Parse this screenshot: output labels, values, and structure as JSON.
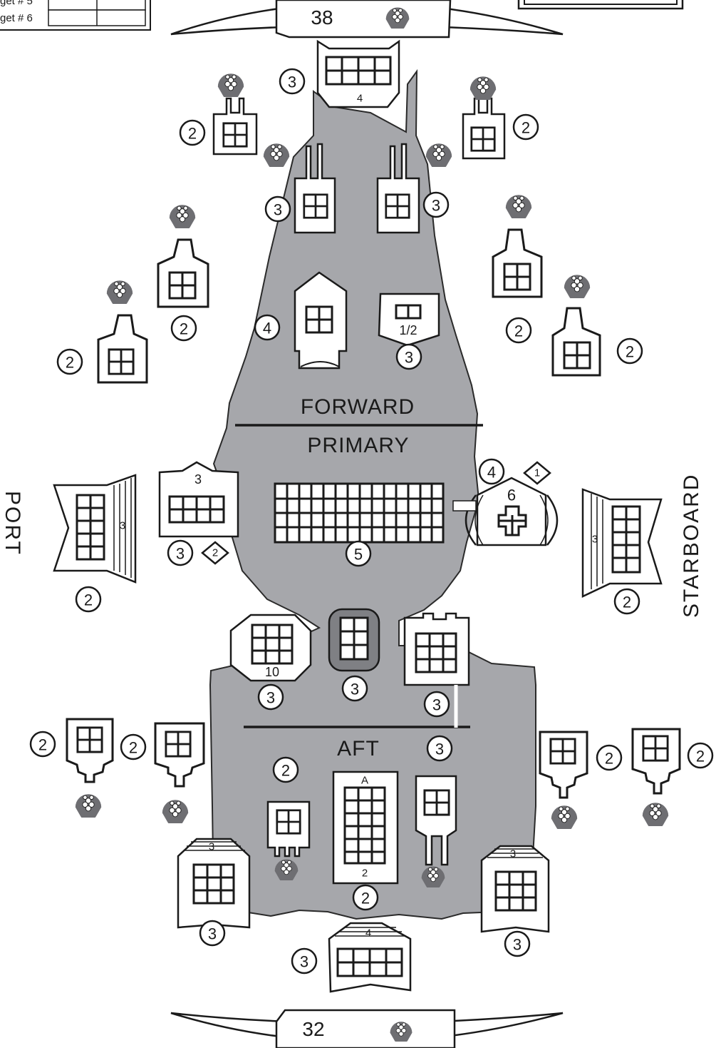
{
  "target_table": {
    "rows": [
      "get # 5",
      "get # 6"
    ]
  },
  "armor_forward_arc": "38",
  "armor_aft_arc": "32",
  "section_labels": {
    "forward": "FORWARD",
    "primary": "PRIMARY",
    "aft": "AFT"
  },
  "side_labels": {
    "port": "PORT",
    "starboard": "STARBOARD"
  },
  "weapon_labels": {
    "bow_box": "4",
    "center_box": "1/2",
    "port_mount": "3",
    "port_side": "3",
    "starboard_side": "3",
    "center_turret": "6",
    "hangar": "10",
    "aft_box_top": "A",
    "aft_box_bottom": "2",
    "aft_port_mount": "3",
    "aft_star_mount": "3",
    "stern_mount": "4"
  },
  "circle_numbers": [
    "3",
    "2",
    "2",
    "3",
    "3",
    "2",
    "4",
    "3",
    "2",
    "2",
    "2",
    "3",
    "2",
    "5",
    "4",
    "2",
    "3",
    "3",
    "3",
    "2",
    "2",
    "2",
    "2",
    "3",
    "2",
    "2",
    "3",
    "3",
    "3",
    "1",
    "2"
  ],
  "colors": {
    "hull": "#a6a7ab",
    "ink": "#1a1a1a",
    "bg": "#ffffff",
    "cap": "#6e6e72"
  }
}
